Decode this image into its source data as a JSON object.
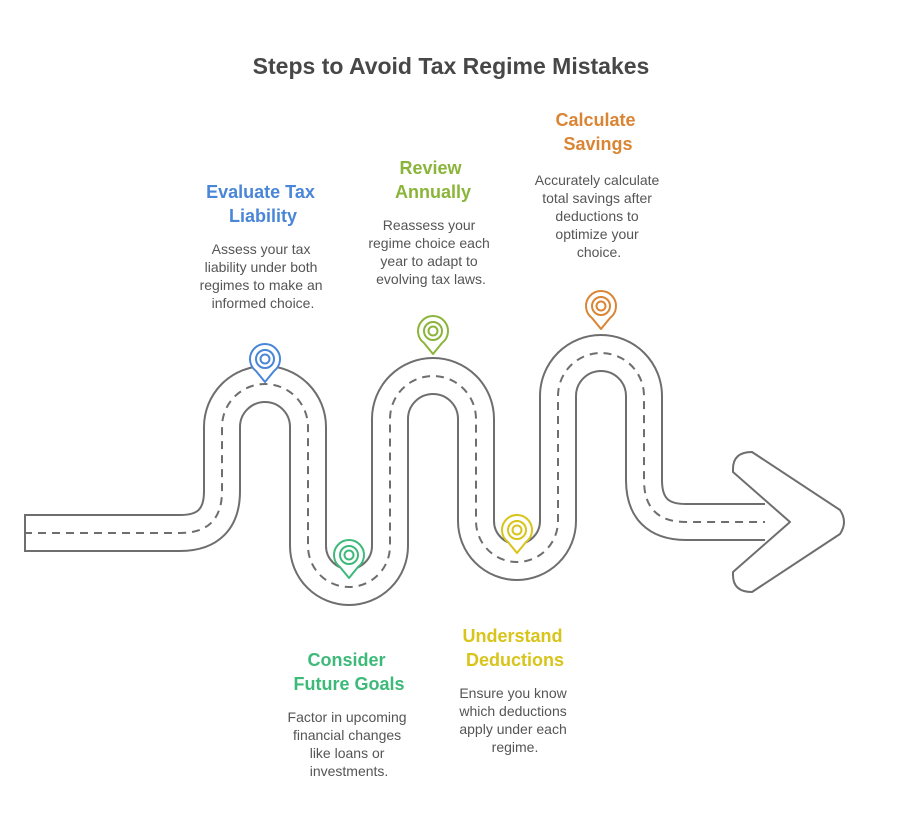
{
  "title": "Steps to Avoid Tax Regime Mistakes",
  "steps": [
    {
      "title": [
        "Evaluate Tax",
        "Liability"
      ],
      "description": [
        "Assess your tax",
        "liability under both",
        "regimes to make an",
        "informed choice."
      ],
      "color": "#4a86d8"
    },
    {
      "title": [
        "Consider",
        "Future Goals"
      ],
      "description": [
        "Factor in upcoming",
        "financial changes",
        "like loans or",
        "investments."
      ],
      "color": "#3dba7a"
    },
    {
      "title": [
        "Review",
        "Annually"
      ],
      "description": [
        "Reassess your",
        "regime choice each",
        "year to adapt to",
        "evolving tax laws."
      ],
      "color": "#8ab53a"
    },
    {
      "title": [
        "Understand",
        "Deductions"
      ],
      "description": [
        "Ensure you know",
        "which deductions",
        "apply under each",
        "regime."
      ],
      "color": "#d8c41a"
    },
    {
      "title": [
        "Calculate",
        "Savings"
      ],
      "description": [
        "Accurately calculate",
        "total savings after",
        "deductions to",
        "optimize your",
        "choice."
      ],
      "color": "#d98534"
    }
  ],
  "colors": {
    "road": "#6e6e6e",
    "title": "#474747",
    "text": "#555555"
  }
}
